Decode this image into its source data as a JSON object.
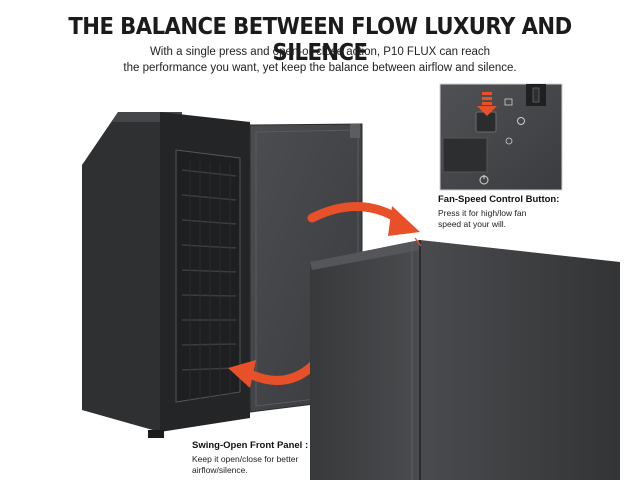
{
  "headline": "THE BALANCE BETWEEN FLOW LUXURY AND SILENCE",
  "subtitle_line1": "With a single press and open-or-close action, P10 FLUX can reach",
  "subtitle_line2": "the performance you want, yet keep the balance between airflow and silence.",
  "callouts": {
    "fan_speed": {
      "title": "Fan-Speed Control Button:",
      "body_line1": "Press it for high/low fan",
      "body_line2": "speed at your will."
    },
    "front_panel": {
      "title": "Swing-Open Front Panel :",
      "body_line1": "Keep it open/close for better",
      "body_line2": "airflow/silence."
    }
  },
  "colors": {
    "accent_arrow": "#e8502a",
    "case_dark": "#3a3b3d",
    "background": "#ffffff"
  },
  "icons": [
    "fan-speed-button-icon",
    "down-arrow-icon",
    "power-icon",
    "fan-icon"
  ]
}
